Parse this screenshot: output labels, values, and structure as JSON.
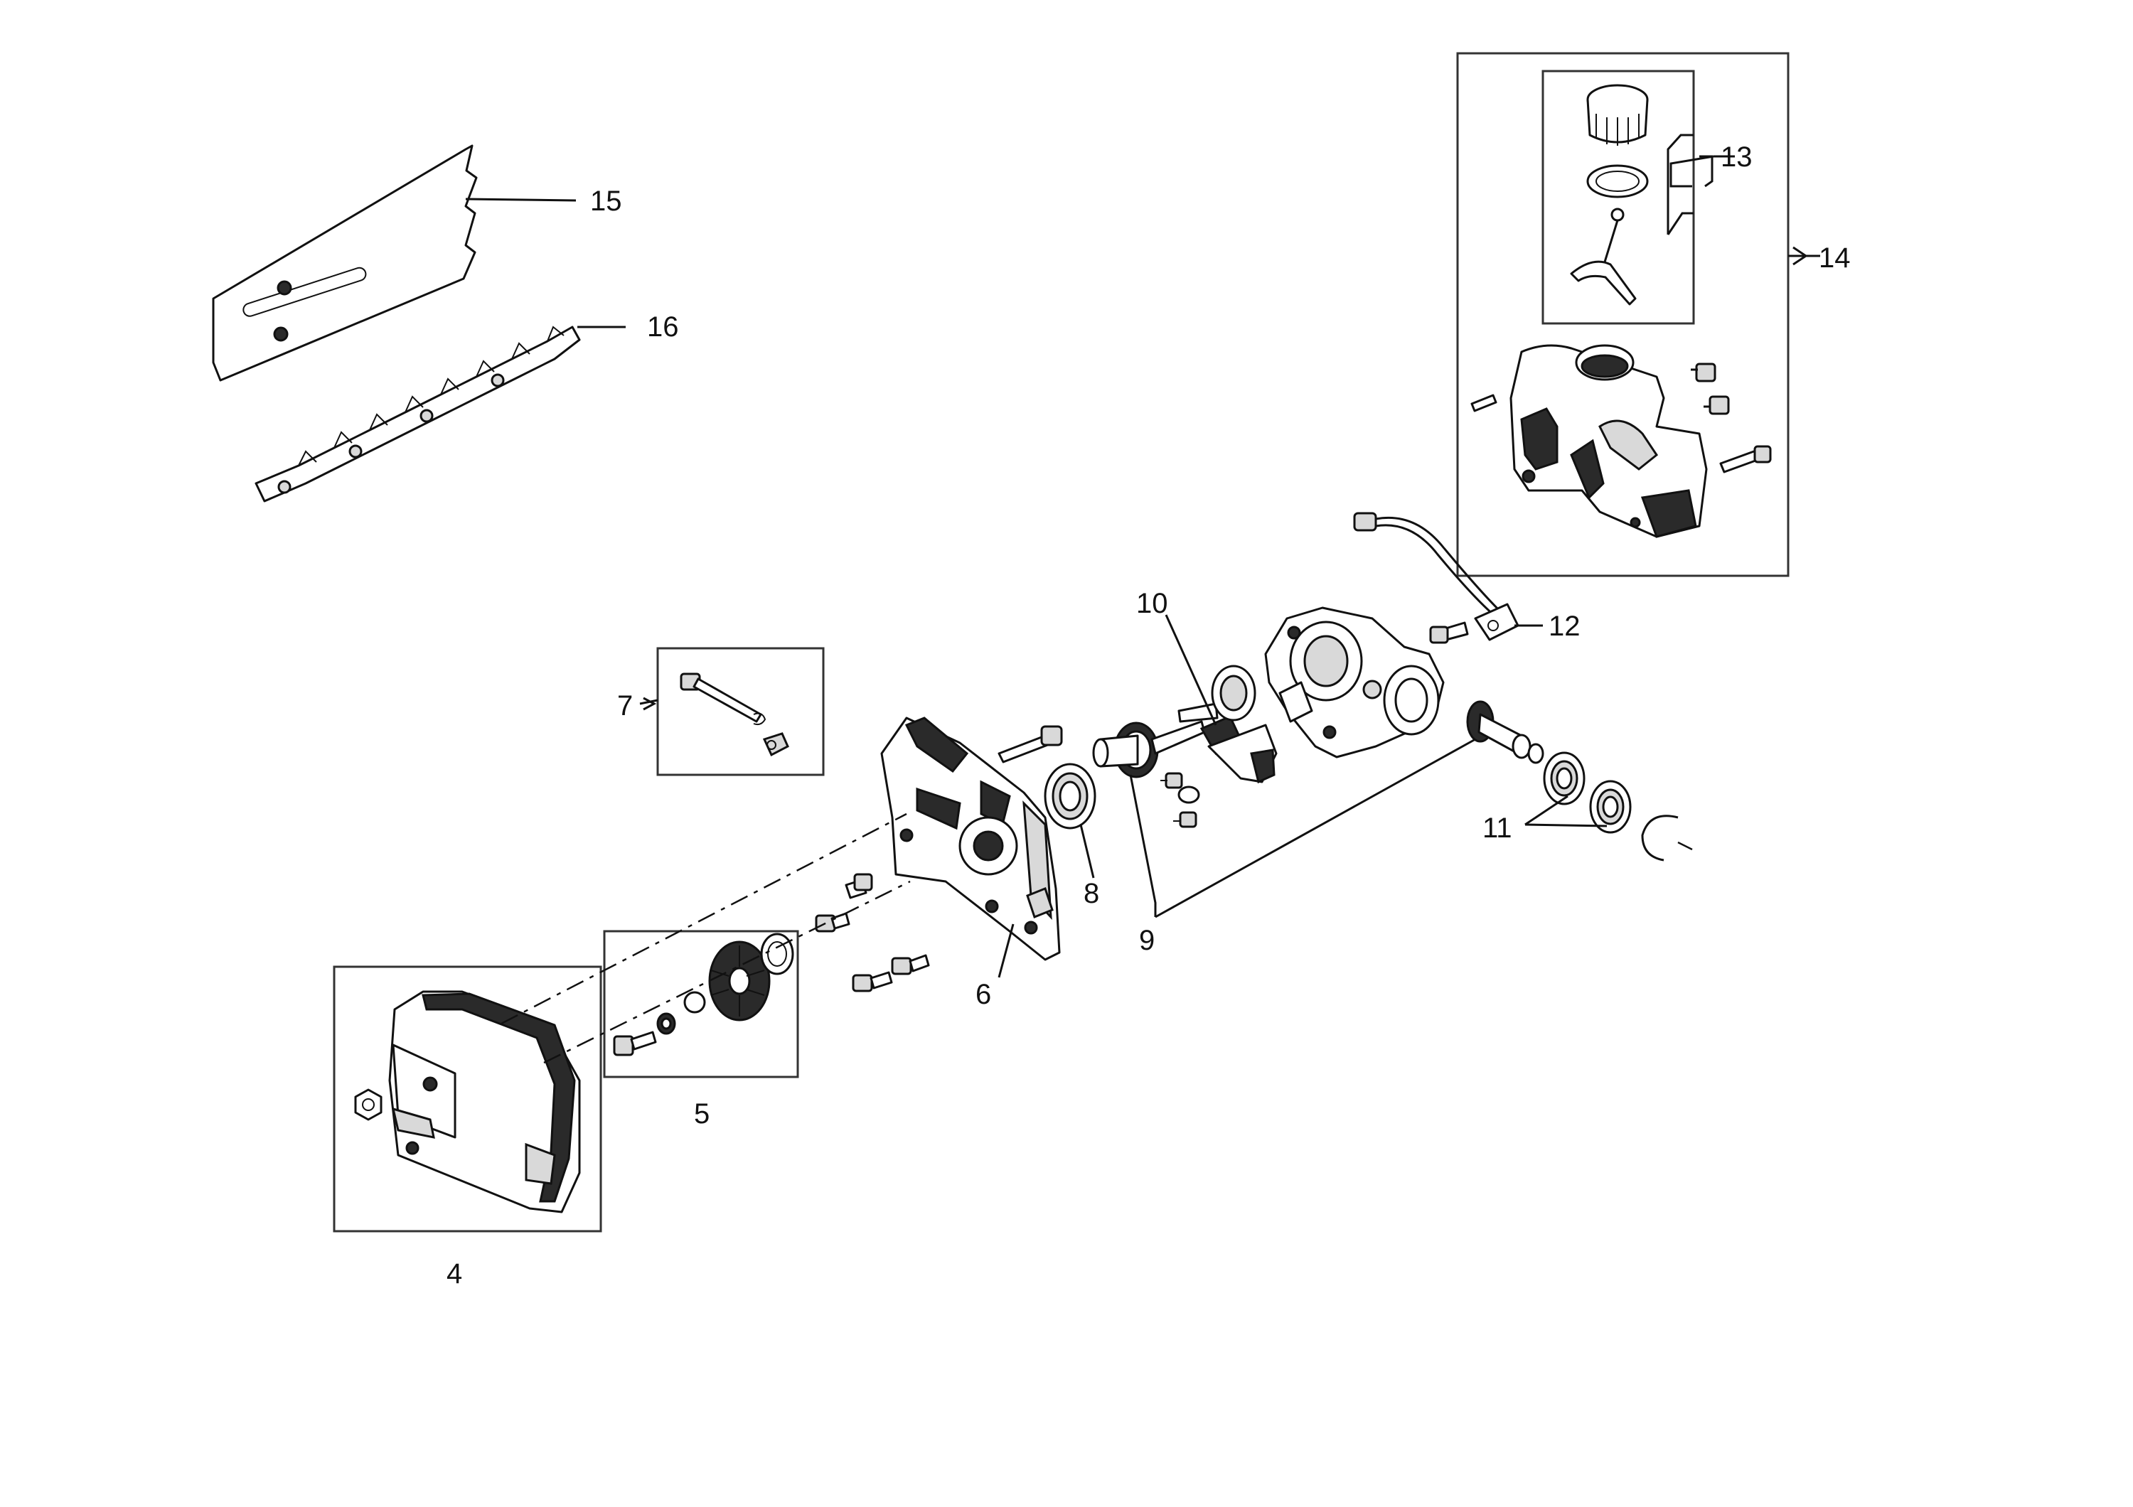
{
  "callouts": {
    "c4": "4",
    "c5": "5",
    "c6": "6",
    "c7": "7",
    "c8": "8",
    "c9": "9",
    "c10": "10",
    "c11": "11",
    "c12": "12",
    "c13": "13",
    "c14": "14",
    "c15": "15",
    "c16": "16"
  }
}
